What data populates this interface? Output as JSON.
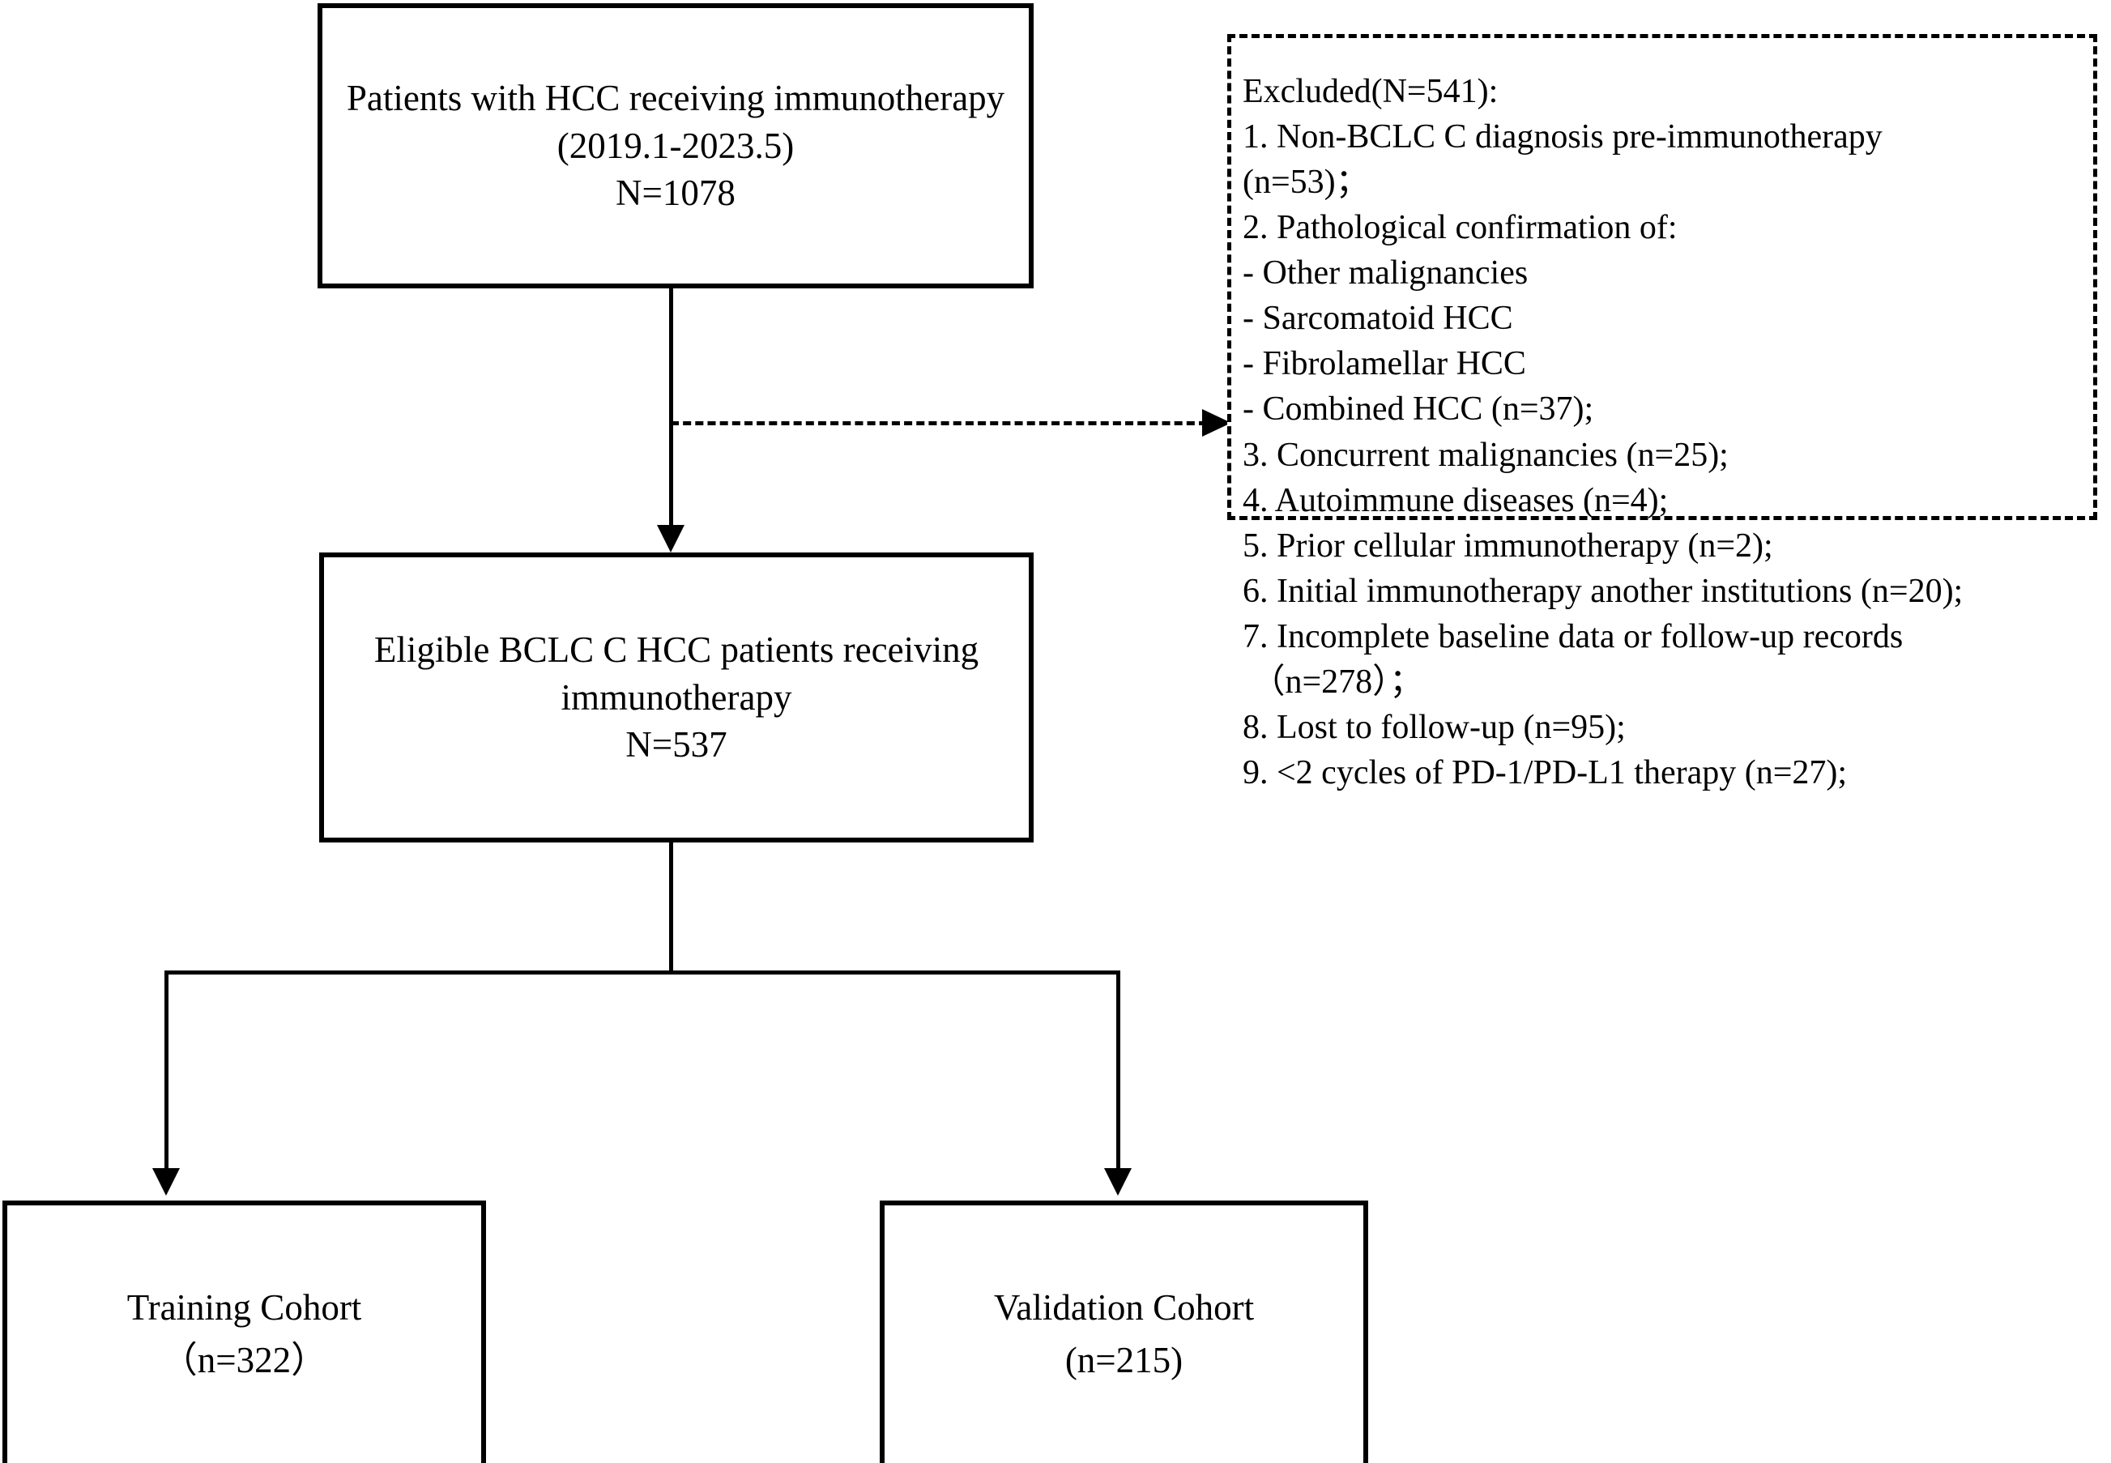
{
  "flowchart": {
    "title": "Patient selection flow diagram",
    "nodes": {
      "top": {
        "label": "Patients with HCC receiving immunotherapy\n(2019.1-2023.5)\nN=1078"
      },
      "eligible": {
        "label": "Eligible BCLC C HCC patients receiving immunotherapy\nN=537"
      },
      "training": {
        "label": "Training Cohort\n（n=322）"
      },
      "validation": {
        "label": "Validation Cohort\n(n=215)"
      }
    },
    "excluded": {
      "heading": "Excluded(N=541):",
      "items": [
        "1. Non-BCLC C diagnosis pre-immunotherapy",
        "(n=53)；",
        "2. Pathological confirmation of:",
        "- Other malignancies",
        "- Sarcomatoid HCC",
        "- Fibrolamellar HCC",
        "- Combined HCC (n=37);",
        "3. Concurrent malignancies (n=25);",
        "4. Autoimmune diseases (n=4);",
        "5. Prior cellular immunotherapy (n=2);",
        "6. Initial immunotherapy another institutions (n=20);",
        "7. Incomplete baseline data or follow-up records",
        " （n=278）；",
        "8. Lost to follow-up (n=95);",
        "9. <2 cycles of PD-1/PD-L1 therapy (n=27);"
      ]
    },
    "counts": {
      "screened": 1078,
      "excluded_total": 541,
      "eligible": 537,
      "training": 322,
      "validation": 215
    },
    "colors": {
      "stroke": "#000000",
      "fill": "#ffffff",
      "text": "#000000"
    }
  }
}
